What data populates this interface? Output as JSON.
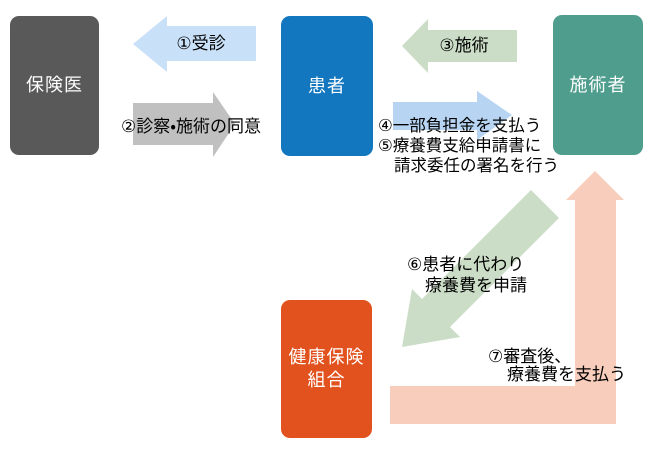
{
  "diagram": {
    "boxes": {
      "insurance_doctor": {
        "label": "保険医"
      },
      "patient": {
        "label": "患者"
      },
      "practitioner": {
        "label": "施術者"
      },
      "health_insurance": {
        "line1": "健康保険",
        "line2": "組合"
      }
    },
    "arrows": {
      "a1": {
        "label": "①受診",
        "from": "患者",
        "to": "保険医"
      },
      "a2": {
        "label": "②診察・施術の同意",
        "from": "保険医",
        "to": "患者"
      },
      "a3": {
        "label": "③施術",
        "from": "施術者",
        "to": "患者"
      },
      "a45": {
        "line1": "④一部負担金を支払う",
        "line2": "⑤療養費支給申請書に",
        "line3": "請求委任の署名を行う",
        "from": "患者",
        "to": "施術者"
      },
      "a6": {
        "line1": "⑥患者に代わり",
        "line2": "療養費を申請",
        "from": "施術者",
        "to": "健康保険組合"
      },
      "a7": {
        "line1": "⑦審査後、",
        "line2": "療養費を支払う",
        "from": "健康保険組合",
        "to": "施術者"
      }
    },
    "colors": {
      "box_insurance_doctor": "#595959",
      "box_patient": "#1277BE",
      "box_practitioner": "#4E9D8D",
      "box_health_insurance": "#E2521F",
      "arrow_light_blue": "#C8E0F8",
      "arrow_blue": "#B7D4F2",
      "arrow_gray": "#C0C0C0",
      "arrow_green": "#CBDDC6",
      "arrow_pink": "#F9CDBB",
      "label_text": "#000000"
    }
  }
}
